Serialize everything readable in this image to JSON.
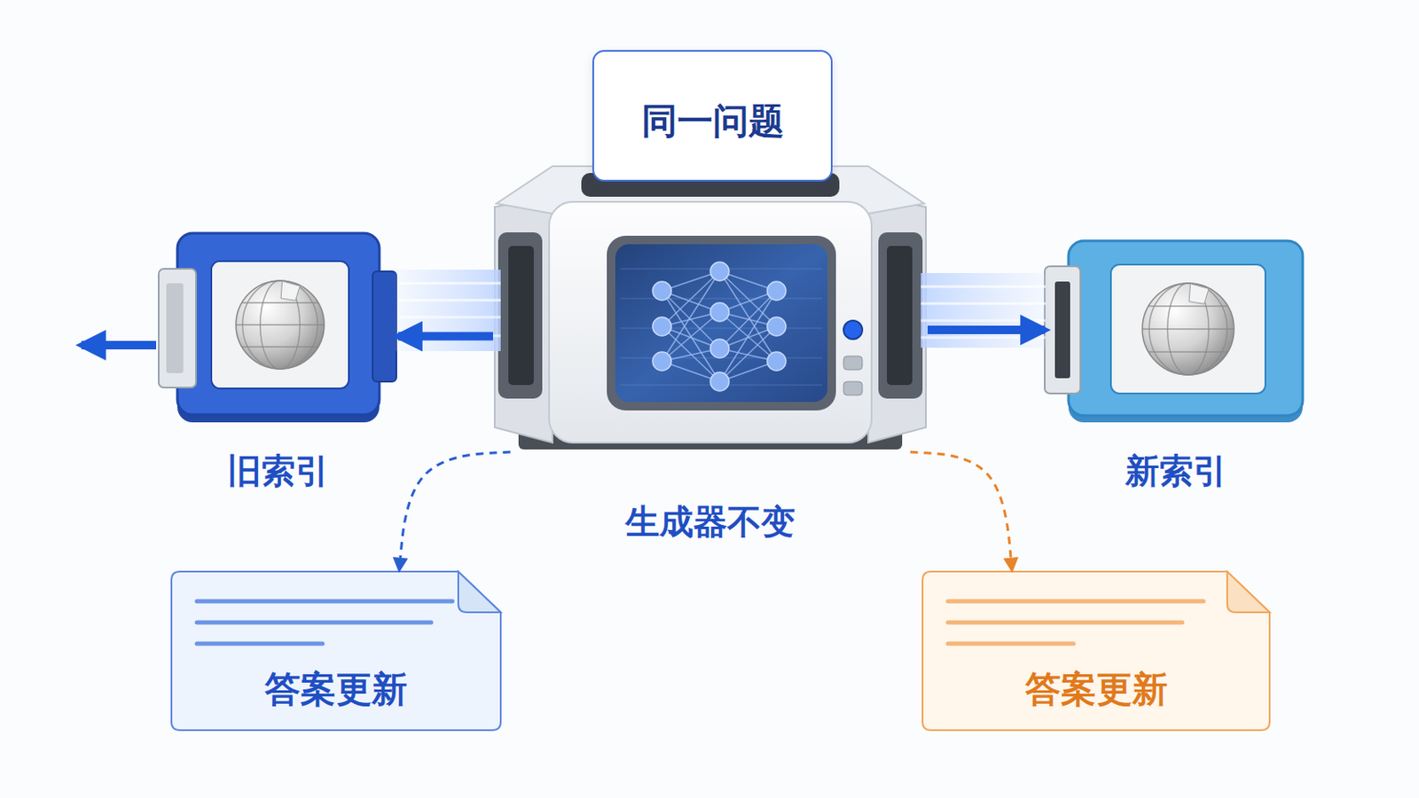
{
  "diagram": {
    "nodes": [
      {
        "text": [
          "同一问题"
        ]
      },
      {
        "text": [
          "旧索引"
        ]
      },
      {
        "text": [
          "生成器不变"
        ]
      },
      {
        "text": [
          "新索引"
        ]
      },
      {
        "text": [
          "答案更新"
        ]
      },
      {
        "text": [
          "答案更新"
        ]
      }
    ],
    "edges": [
      {
        "from": 2,
        "to": 1,
        "arrow": "to"
      },
      {
        "from": 2,
        "to": 3,
        "arrow": "to"
      },
      {
        "from": 2,
        "to": 4,
        "arrow": "to"
      },
      {
        "from": 2,
        "to": 5,
        "arrow": "to"
      }
    ]
  }
}
